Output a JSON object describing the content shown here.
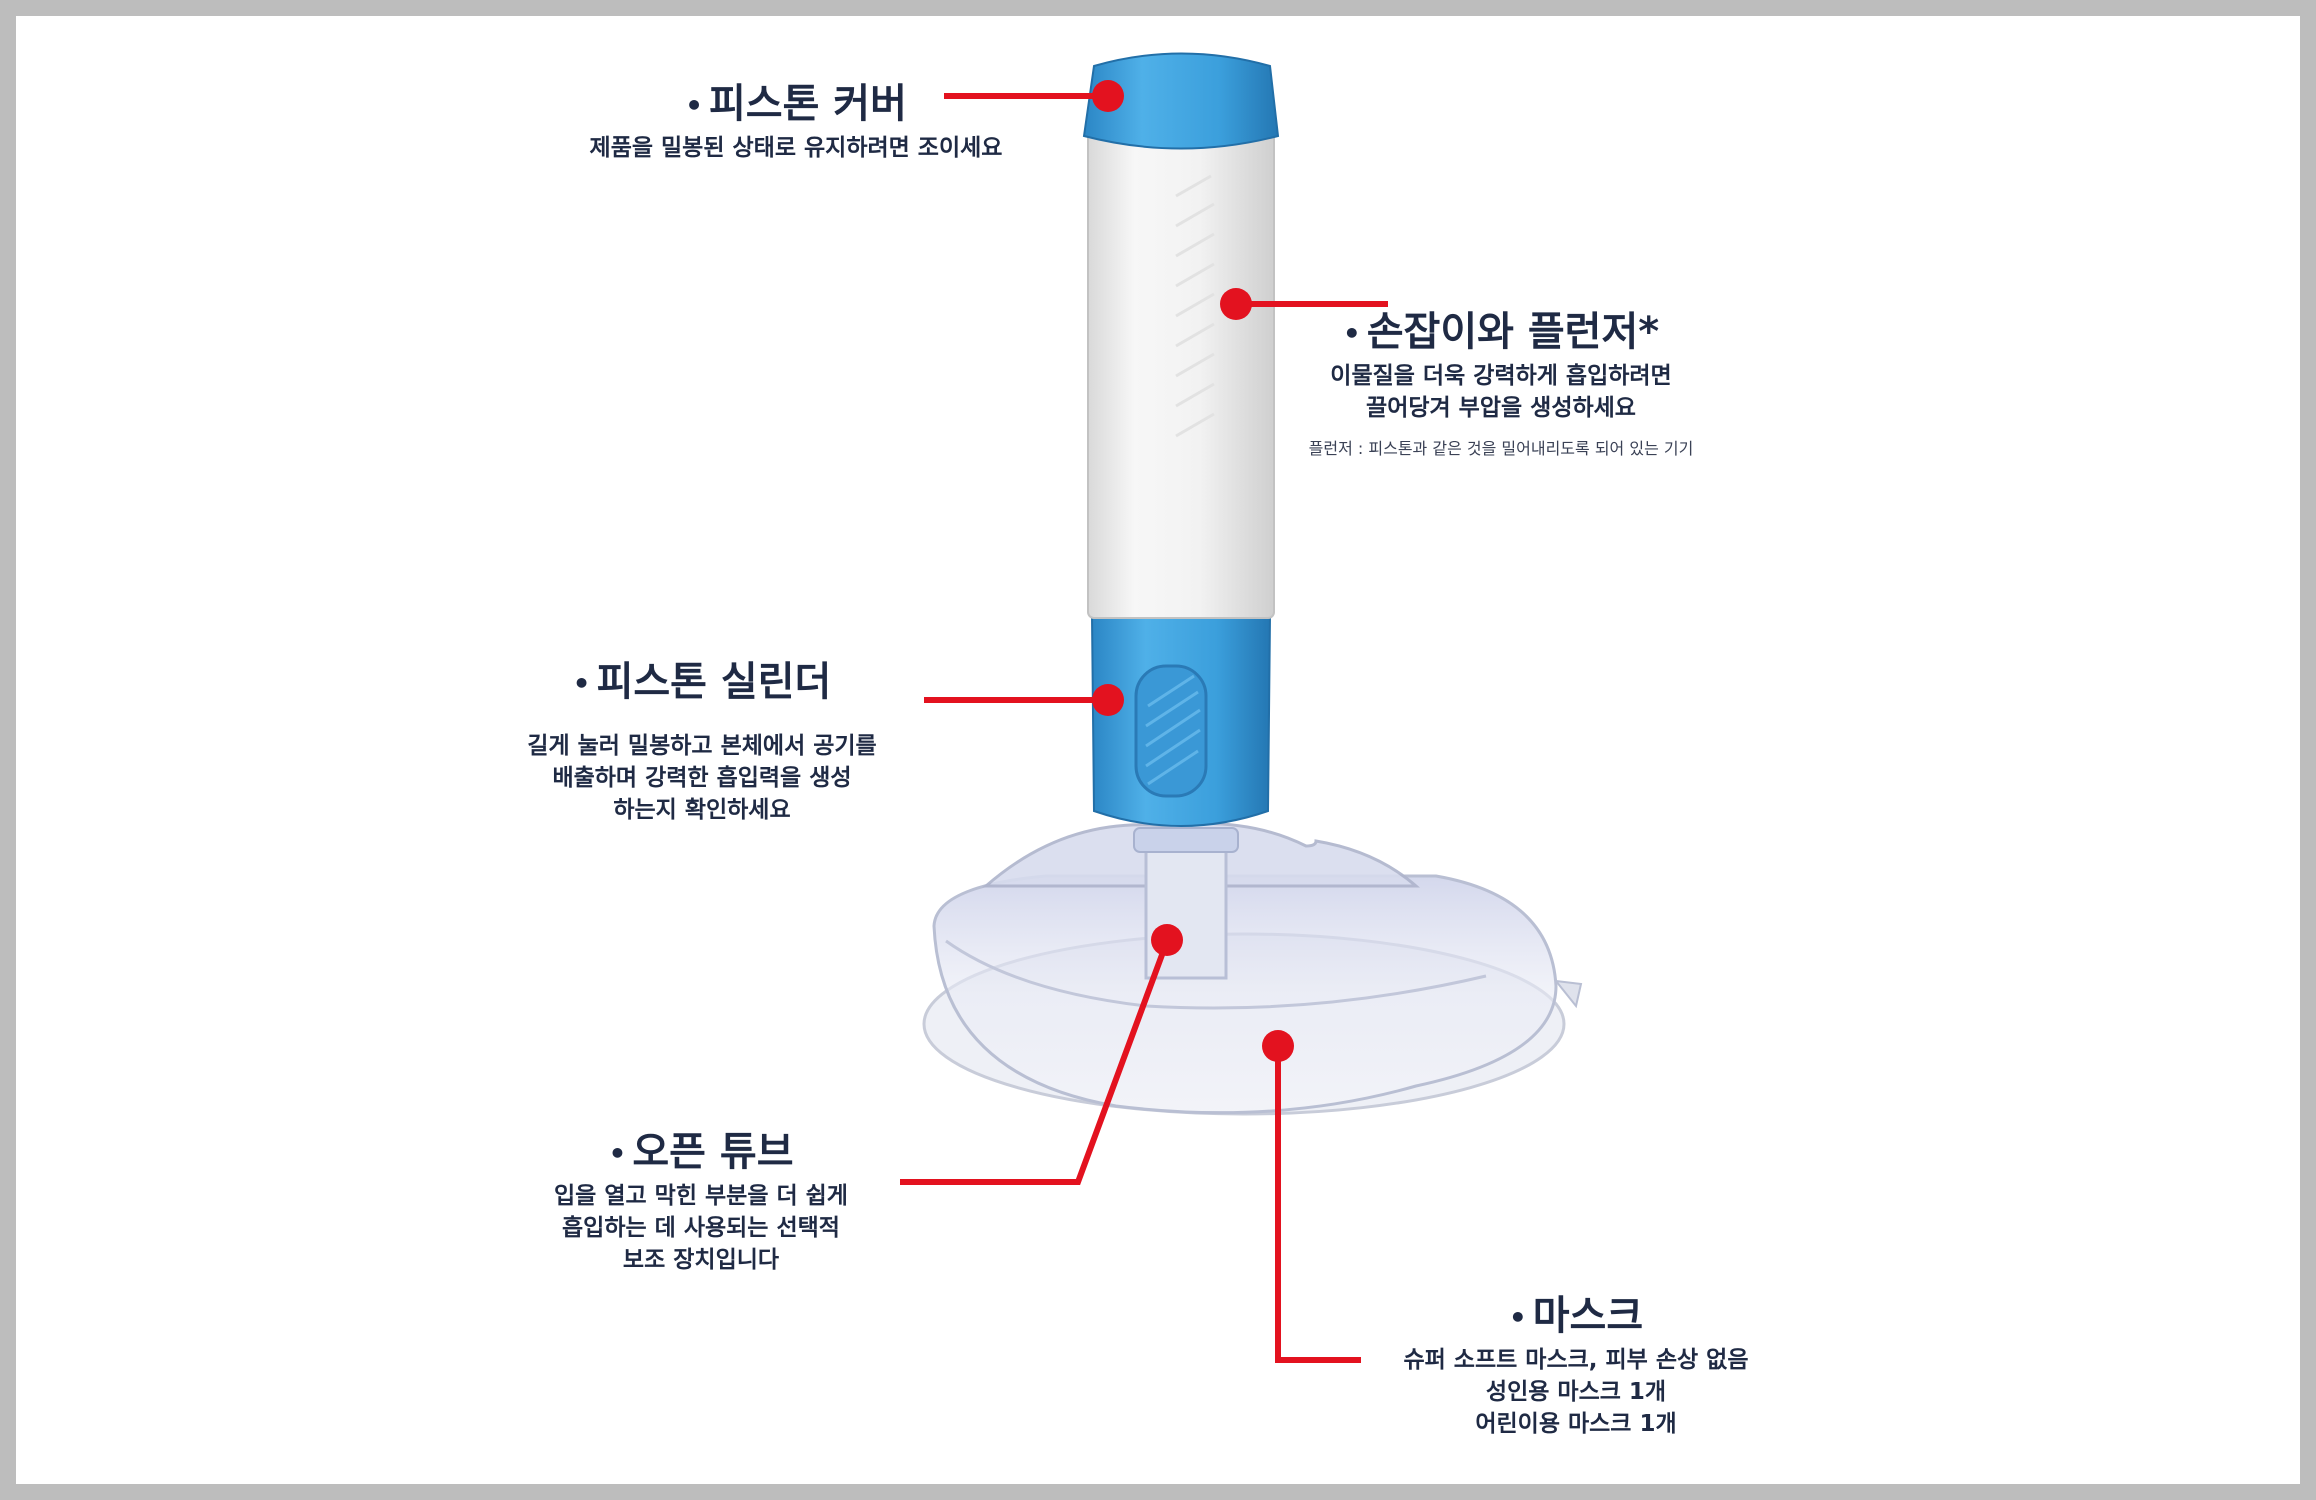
{
  "colors": {
    "accent": "#e3121f",
    "text": "#1f2a44",
    "blue": "#3b9fdc",
    "white_body": "#eeeeee"
  },
  "callouts": {
    "piston_cover": {
      "title": "피스톤 커버",
      "lines": [
        "제품을 밀봉된 상태로 유지하려면 조이세요"
      ]
    },
    "handle_plunger": {
      "title": "손잡이와 플런저*",
      "lines": [
        "이물질을 더욱 강력하게 흡입하려면",
        "끌어당겨 부압을 생성하세요"
      ],
      "note": "플런저 : 피스톤과 같은 것을 밀어내리도록 되어 있는 기기"
    },
    "piston_cylinder": {
      "title": "피스톤 실린더",
      "lines": [
        "길게 눌러 밀봉하고 본체에서 공기를",
        "배출하며 강력한 흡입력을 생성",
        "하는지 확인하세요"
      ]
    },
    "open_tube": {
      "title": "오픈 튜브",
      "lines": [
        "입을 열고 막힌 부분을 더 쉽게",
        "흡입하는 데 사용되는 선택적",
        "보조 장치입니다"
      ]
    },
    "mask": {
      "title": "마스크",
      "lines": [
        "슈퍼 소프트 마스크, 피부 손상 없음",
        "성인용 마스크 1개",
        "어린이용 마스크 1개"
      ]
    }
  }
}
